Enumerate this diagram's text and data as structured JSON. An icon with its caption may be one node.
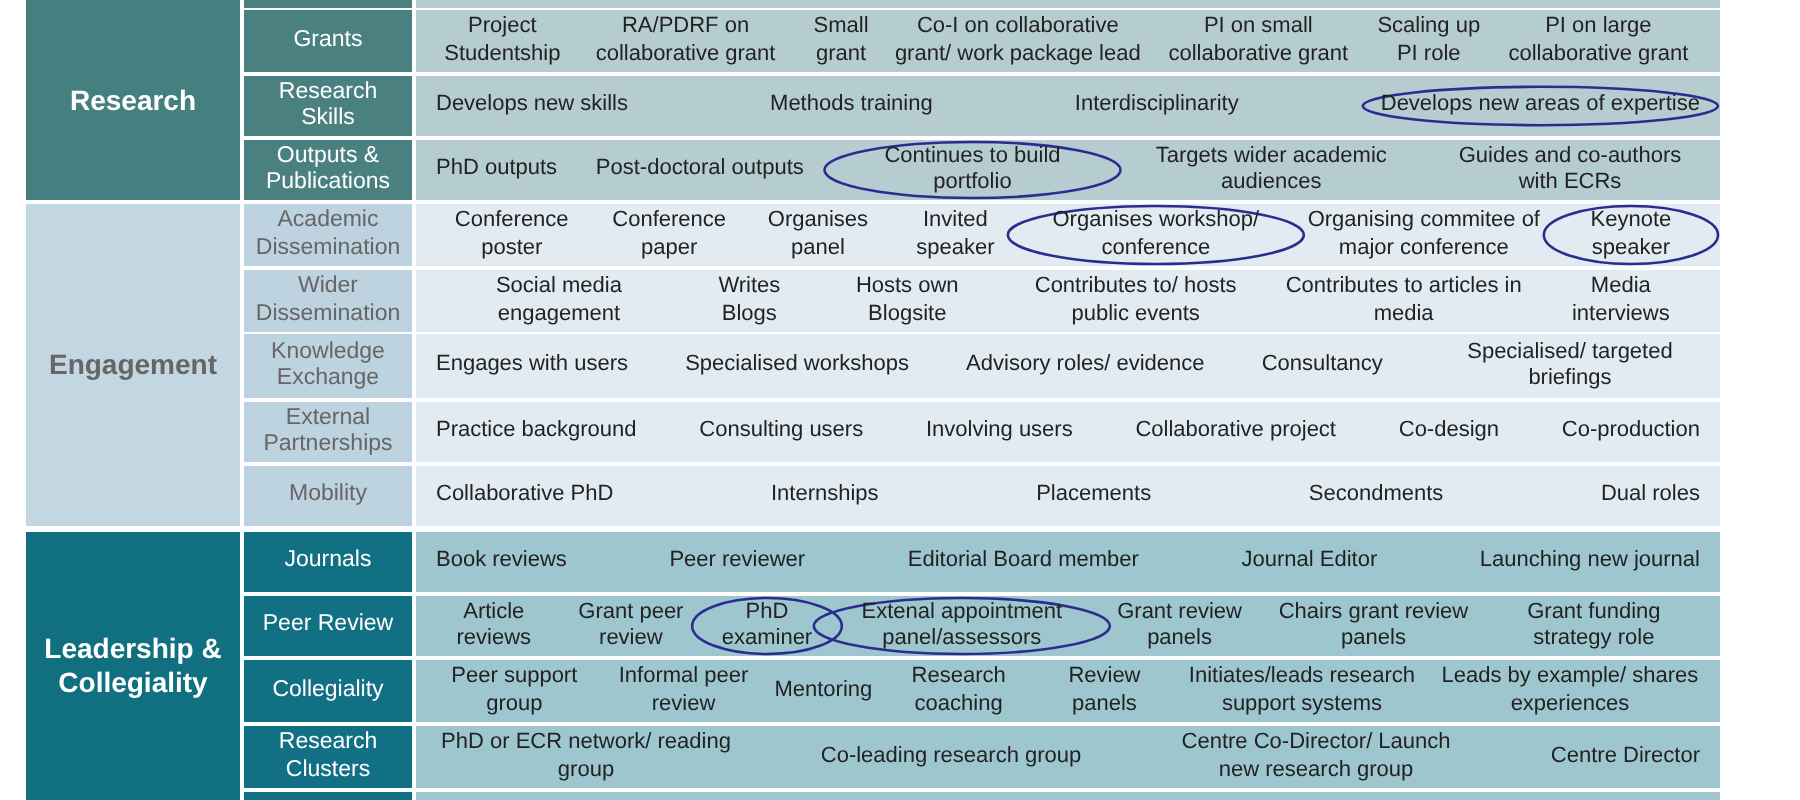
{
  "diagram": {
    "nodes": [
      {
        "text": [],
        "shape": "box"
      },
      {
        "text": [],
        "shape": "box"
      },
      {
        "text": [
          "Research"
        ]
      },
      {
        "text": [
          "Grants"
        ]
      },
      {
        "text": [
          "Project Studentship",
          "RA/PDRF on collaborative grant",
          "Small grant",
          "Co-I on collaborative grant/ work package lead",
          "PI on small collaborative grant",
          "Scaling up PI role",
          "PI on large collaborative grant"
        ]
      },
      {
        "text": [
          "Research Skills"
        ]
      },
      {
        "text": [
          "Develops new skills",
          "Methods training",
          "Interdisciplinarity",
          "Develops new areas of expertise"
        ]
      },
      {
        "text": [
          "Outputs & Publications"
        ]
      },
      {
        "text": [
          "PhD outputs",
          "Post-doctoral outputs",
          "Continues to build portfolio",
          "Targets wider academic audiences",
          "Guides and co-authors with ECRs"
        ]
      },
      {
        "text": [
          "Engagement"
        ]
      },
      {
        "text": [
          "Academic Dissemination"
        ]
      },
      {
        "text": [
          "Conference poster",
          "Conference paper",
          "Organises panel",
          "Invited speaker",
          "Organises workshop/ conference",
          "Organising commitee of major conference",
          "Keynote speaker"
        ]
      },
      {
        "text": [
          "Wider Dissemination"
        ]
      },
      {
        "text": [
          "Social media engagement",
          "Writes Blogs",
          "Hosts own Blogsite",
          "Contributes to/ hosts public events",
          "Contributes to articles in media",
          "Media interviews"
        ]
      },
      {
        "text": [
          "Knowledge Exchange"
        ]
      },
      {
        "text": [
          "Engages with users",
          "Specialised workshops",
          "Advisory roles/ evidence",
          "Consultancy",
          "Specialised/ targeted briefings"
        ]
      },
      {
        "text": [
          "External Partnerships"
        ]
      },
      {
        "text": [
          "Practice background",
          "Consulting users",
          "Involving users",
          "Collaborative project",
          "Co-design",
          "Co-production"
        ]
      },
      {
        "text": [
          "Mobility"
        ]
      },
      {
        "text": [
          "Collaborative PhD",
          "Internships",
          "Placements",
          "Secondments",
          "Dual roles"
        ]
      },
      {
        "text": [
          "Leadership & Collegiality"
        ]
      },
      {
        "text": [
          "Journals"
        ]
      },
      {
        "text": [
          "Book reviews",
          "Peer reviewer",
          "Editorial Board member",
          "Journal Editor",
          "Launching new journal"
        ]
      },
      {
        "text": [
          "Peer Review"
        ]
      },
      {
        "text": [
          "Article reviews",
          "Grant peer review",
          "PhD examiner",
          "Extenal appointment panel/assessors",
          "Grant review panels",
          "Chairs grant review panels",
          "Grant funding strategy role"
        ]
      },
      {
        "text": [
          "Collegiality"
        ]
      },
      {
        "text": [
          "Peer support group",
          "Informal peer review",
          "Mentoring",
          "Research coaching",
          "Review panels",
          "Initiates/leads research support systems",
          "Leads by example/ shares experiences"
        ]
      },
      {
        "text": [
          "Research Clusters"
        ]
      },
      {
        "text": [
          "PhD or ECR network/ reading group",
          "Co-leading research group",
          "Centre Co-Director/ Launch new research group",
          "Centre Director"
        ]
      },
      {
        "text": [],
        "shape": "box"
      },
      {
        "text": [],
        "shape": "box"
      }
    ]
  }
}
